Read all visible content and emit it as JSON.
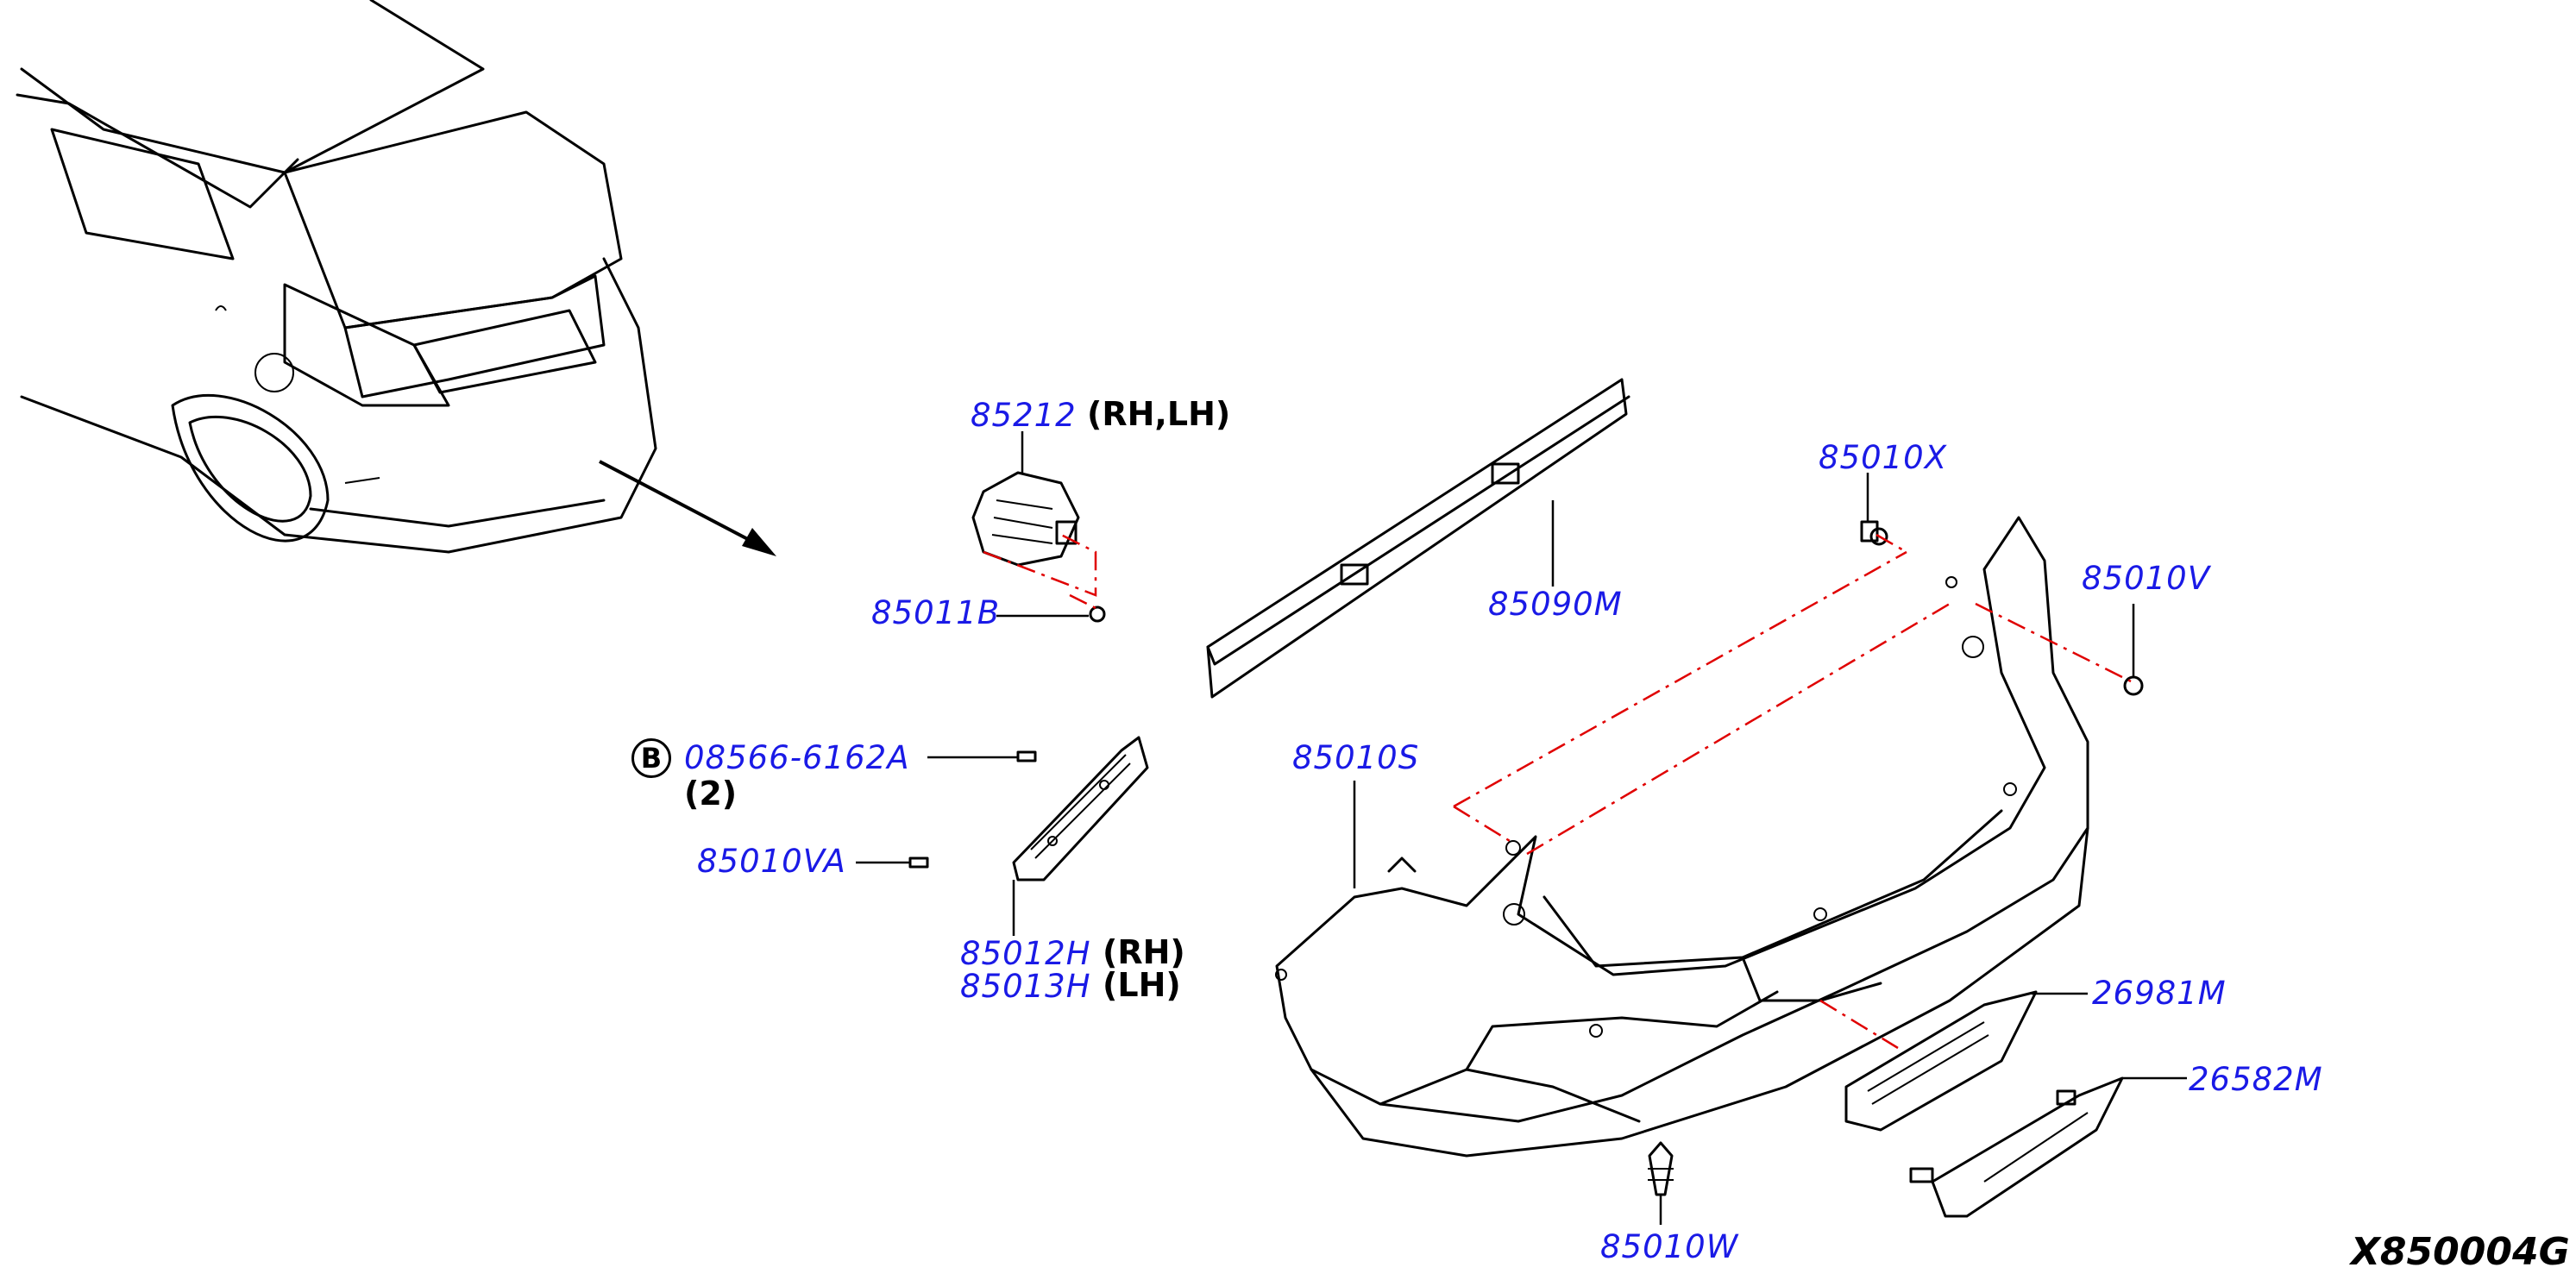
{
  "diagram": {
    "code": "X850004G",
    "callouts": [
      {
        "id": "p85212",
        "part": "85212",
        "qualifier": "(RH,LH)"
      },
      {
        "id": "p85011b",
        "part": "85011B"
      },
      {
        "id": "p85090m",
        "part": "85090M"
      },
      {
        "id": "p85010x",
        "part": "85010X"
      },
      {
        "id": "p85010v",
        "part": "85010V"
      },
      {
        "id": "p08566",
        "part": "08566-6162A",
        "qualifier": "(2)",
        "ref_letter": "B"
      },
      {
        "id": "p85010va",
        "part": "85010VA"
      },
      {
        "id": "p85010s",
        "part": "85010S"
      },
      {
        "id": "p85012h",
        "part": "85012H",
        "qualifier": "(RH)"
      },
      {
        "id": "p85013h",
        "part": "85013H",
        "qualifier": "(LH)"
      },
      {
        "id": "p26981m",
        "part": "26981M"
      },
      {
        "id": "p26582m",
        "part": "26582M"
      },
      {
        "id": "p85010w",
        "part": "85010W"
      }
    ]
  },
  "colors": {
    "label": "#1a1ae6",
    "dashed_lead": "#e00000",
    "line": "#000000"
  }
}
